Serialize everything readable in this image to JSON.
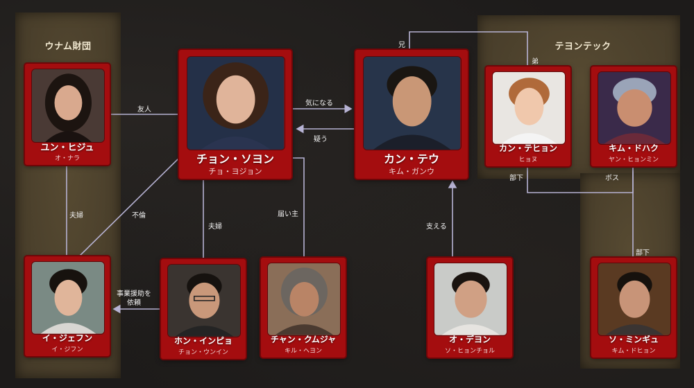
{
  "groups": {
    "unam": "ウナム財団",
    "teyon": "テヨンテック"
  },
  "characters": {
    "yun": {
      "name": "ユン・ヒジュ",
      "actor": "オ・ナラ"
    },
    "cho": {
      "name": "チョン・ソヨン",
      "actor": "チョ・ヨジョン"
    },
    "kang_teu": {
      "name": "カン・テウ",
      "actor": "キム・ガンウ"
    },
    "kang_teh": {
      "name": "カン・テヒョン",
      "actor": "ヒョヌ"
    },
    "kim_dohak": {
      "name": "キム・ドハク",
      "actor": "ヤン・ヒョンミン"
    },
    "lee": {
      "name": "イ・ジェフン",
      "actor": "イ・ジフン"
    },
    "hong": {
      "name": "ホン・インピョ",
      "actor": "チョン・ウンイン"
    },
    "chang": {
      "name": "チャン・クムジャ",
      "actor": "キル・ヘヨン"
    },
    "oh": {
      "name": "オ・デヨン",
      "actor": "ソ・ヒョンチョル"
    },
    "so": {
      "name": "ソ・ミンギュ",
      "actor": "キム・ドヒョン"
    }
  },
  "relations": {
    "friend": "友人",
    "kininaru": "気になる",
    "utagau": "疑う",
    "ani": "兄",
    "otouto": "弟",
    "buka1": "部下",
    "boss": "ボス",
    "fuufu1": "夫婦",
    "furin": "不倫",
    "fuufu2": "夫婦",
    "todokenushi": "届い主",
    "sasaeru": "支える",
    "jigyou": "事業援助を\n依頼",
    "buka2": "部下"
  },
  "colors": {
    "background": "#1d1b1a",
    "group_panel": "#4a3f2c",
    "card": "#a40d0f",
    "line": "#b7b3d4"
  }
}
